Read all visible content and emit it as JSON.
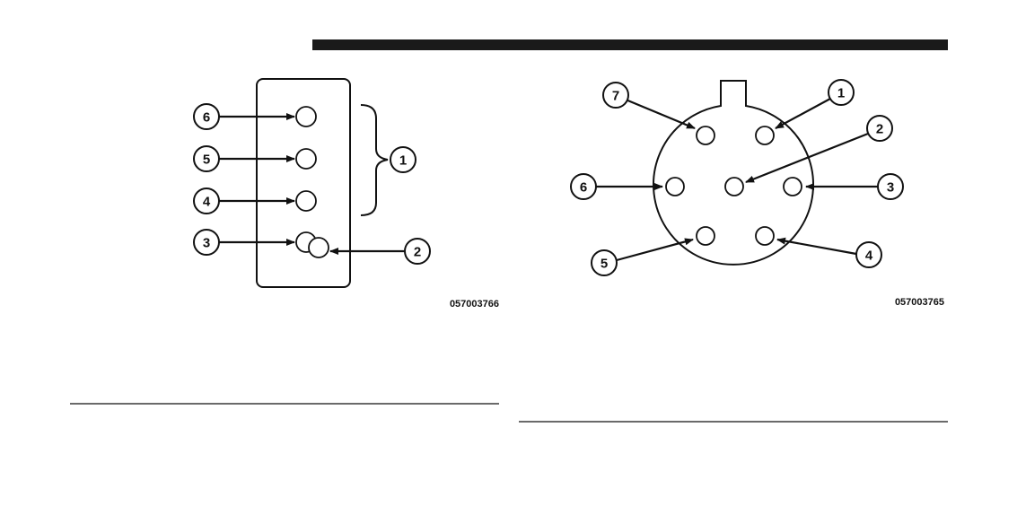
{
  "left_diagram": {
    "figure_code": "057003766",
    "callouts": [
      "6",
      "5",
      "4",
      "3",
      "2",
      "1"
    ]
  },
  "right_diagram": {
    "figure_code": "057003765",
    "callouts": [
      "7",
      "1",
      "2",
      "6",
      "3",
      "5",
      "4"
    ]
  },
  "colors": {
    "ink": "#111111",
    "header_bar": "#1a1a1a",
    "background": "#ffffff"
  }
}
